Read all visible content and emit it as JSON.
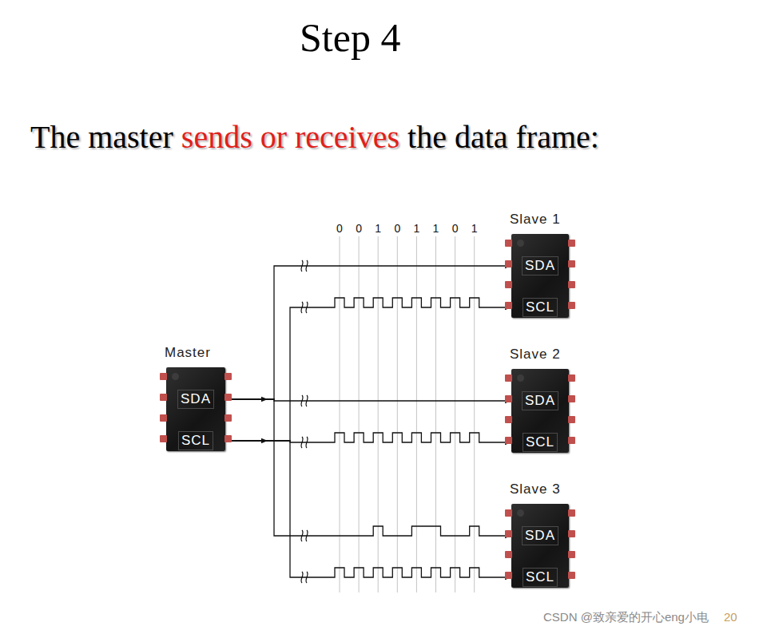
{
  "diagram": {
    "title": "Step 4",
    "nodes": [
      {
        "text": [
          "Master",
          "SDA",
          "SCL"
        ]
      },
      {
        "text": [
          "Slave 1",
          "SDA",
          "SCL"
        ]
      },
      {
        "text": [
          "Slave 2",
          "SDA",
          "SCL"
        ]
      },
      {
        "text": [
          "Slave 3",
          "SDA",
          "SCL"
        ]
      }
    ],
    "edges": [
      {
        "from": 0,
        "to": 1,
        "arrow": "to"
      },
      {
        "from": 0,
        "to": 1,
        "arrow": "to"
      },
      {
        "from": 0,
        "to": 2,
        "arrow": "to"
      },
      {
        "from": 0,
        "to": 2,
        "arrow": "to"
      },
      {
        "from": 0,
        "to": 3,
        "arrow": "to"
      },
      {
        "from": 0,
        "to": 3,
        "arrow": "to"
      }
    ],
    "labels": [
      "The master",
      "sends or receives",
      "the data frame:",
      "0",
      "0",
      "1",
      "0",
      "1",
      "1",
      "0",
      "1",
      "CSDN @致亲爱的开心eng小电",
      "20"
    ]
  }
}
